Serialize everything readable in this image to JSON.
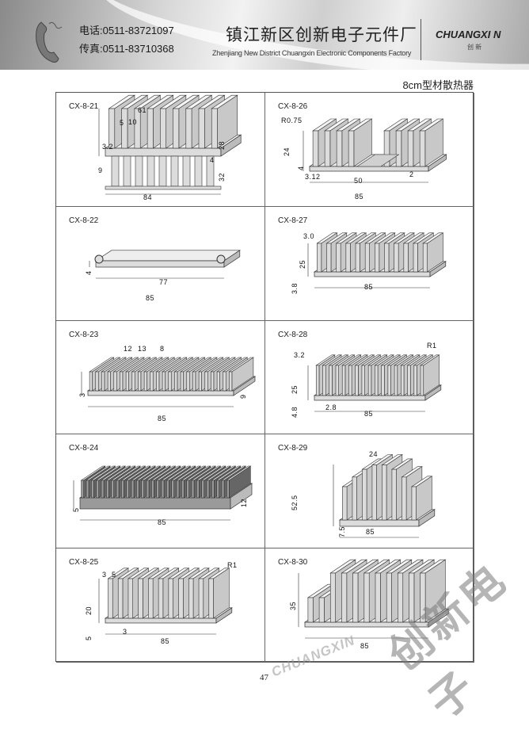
{
  "header": {
    "phone": "电话:0511-83721097",
    "fax": "传真:0511-83710368",
    "company_cn": "镇江新区创新电子元件厂",
    "company_en": "Zhenjiang New District Chuangxin Electronic Components Factory",
    "logo_text": "CHUANGXI N",
    "logo_sub": "创 新"
  },
  "section_title": "8cm型材散热器",
  "products": [
    {
      "model": "CX-8-21",
      "dims": [
        "61",
        "5",
        "10",
        "3.2",
        "9",
        "4",
        "28",
        "32",
        "84"
      ]
    },
    {
      "model": "CX-8-26",
      "dims": [
        "R0.75",
        "24",
        "4",
        "3.12",
        "50",
        "2",
        "85"
      ]
    },
    {
      "model": "CX-8-22",
      "dims": [
        "4",
        "77",
        "85"
      ]
    },
    {
      "model": "CX-8-27",
      "dims": [
        "3.0",
        "25",
        "3.8",
        "85"
      ]
    },
    {
      "model": "CX-8-23",
      "dims": [
        "12",
        "13",
        "8",
        "3",
        "9",
        "85"
      ]
    },
    {
      "model": "CX-8-28",
      "dims": [
        "3.2",
        "R1",
        "25",
        "4.8",
        "2.8",
        "85"
      ]
    },
    {
      "model": "CX-8-24",
      "dims": [
        "5",
        "12",
        "85"
      ]
    },
    {
      "model": "CX-8-29",
      "dims": [
        "24",
        "52.5",
        "7.5",
        "85"
      ]
    },
    {
      "model": "CX-8-25",
      "dims": [
        "3",
        "5",
        "R1",
        "20",
        "5",
        "3",
        "85"
      ]
    },
    {
      "model": "CX-8-30",
      "dims": [
        "35",
        "85"
      ]
    }
  ],
  "page_number": "47",
  "watermark": {
    "logo": "CHUANGXIN",
    "text": "创新电子"
  }
}
